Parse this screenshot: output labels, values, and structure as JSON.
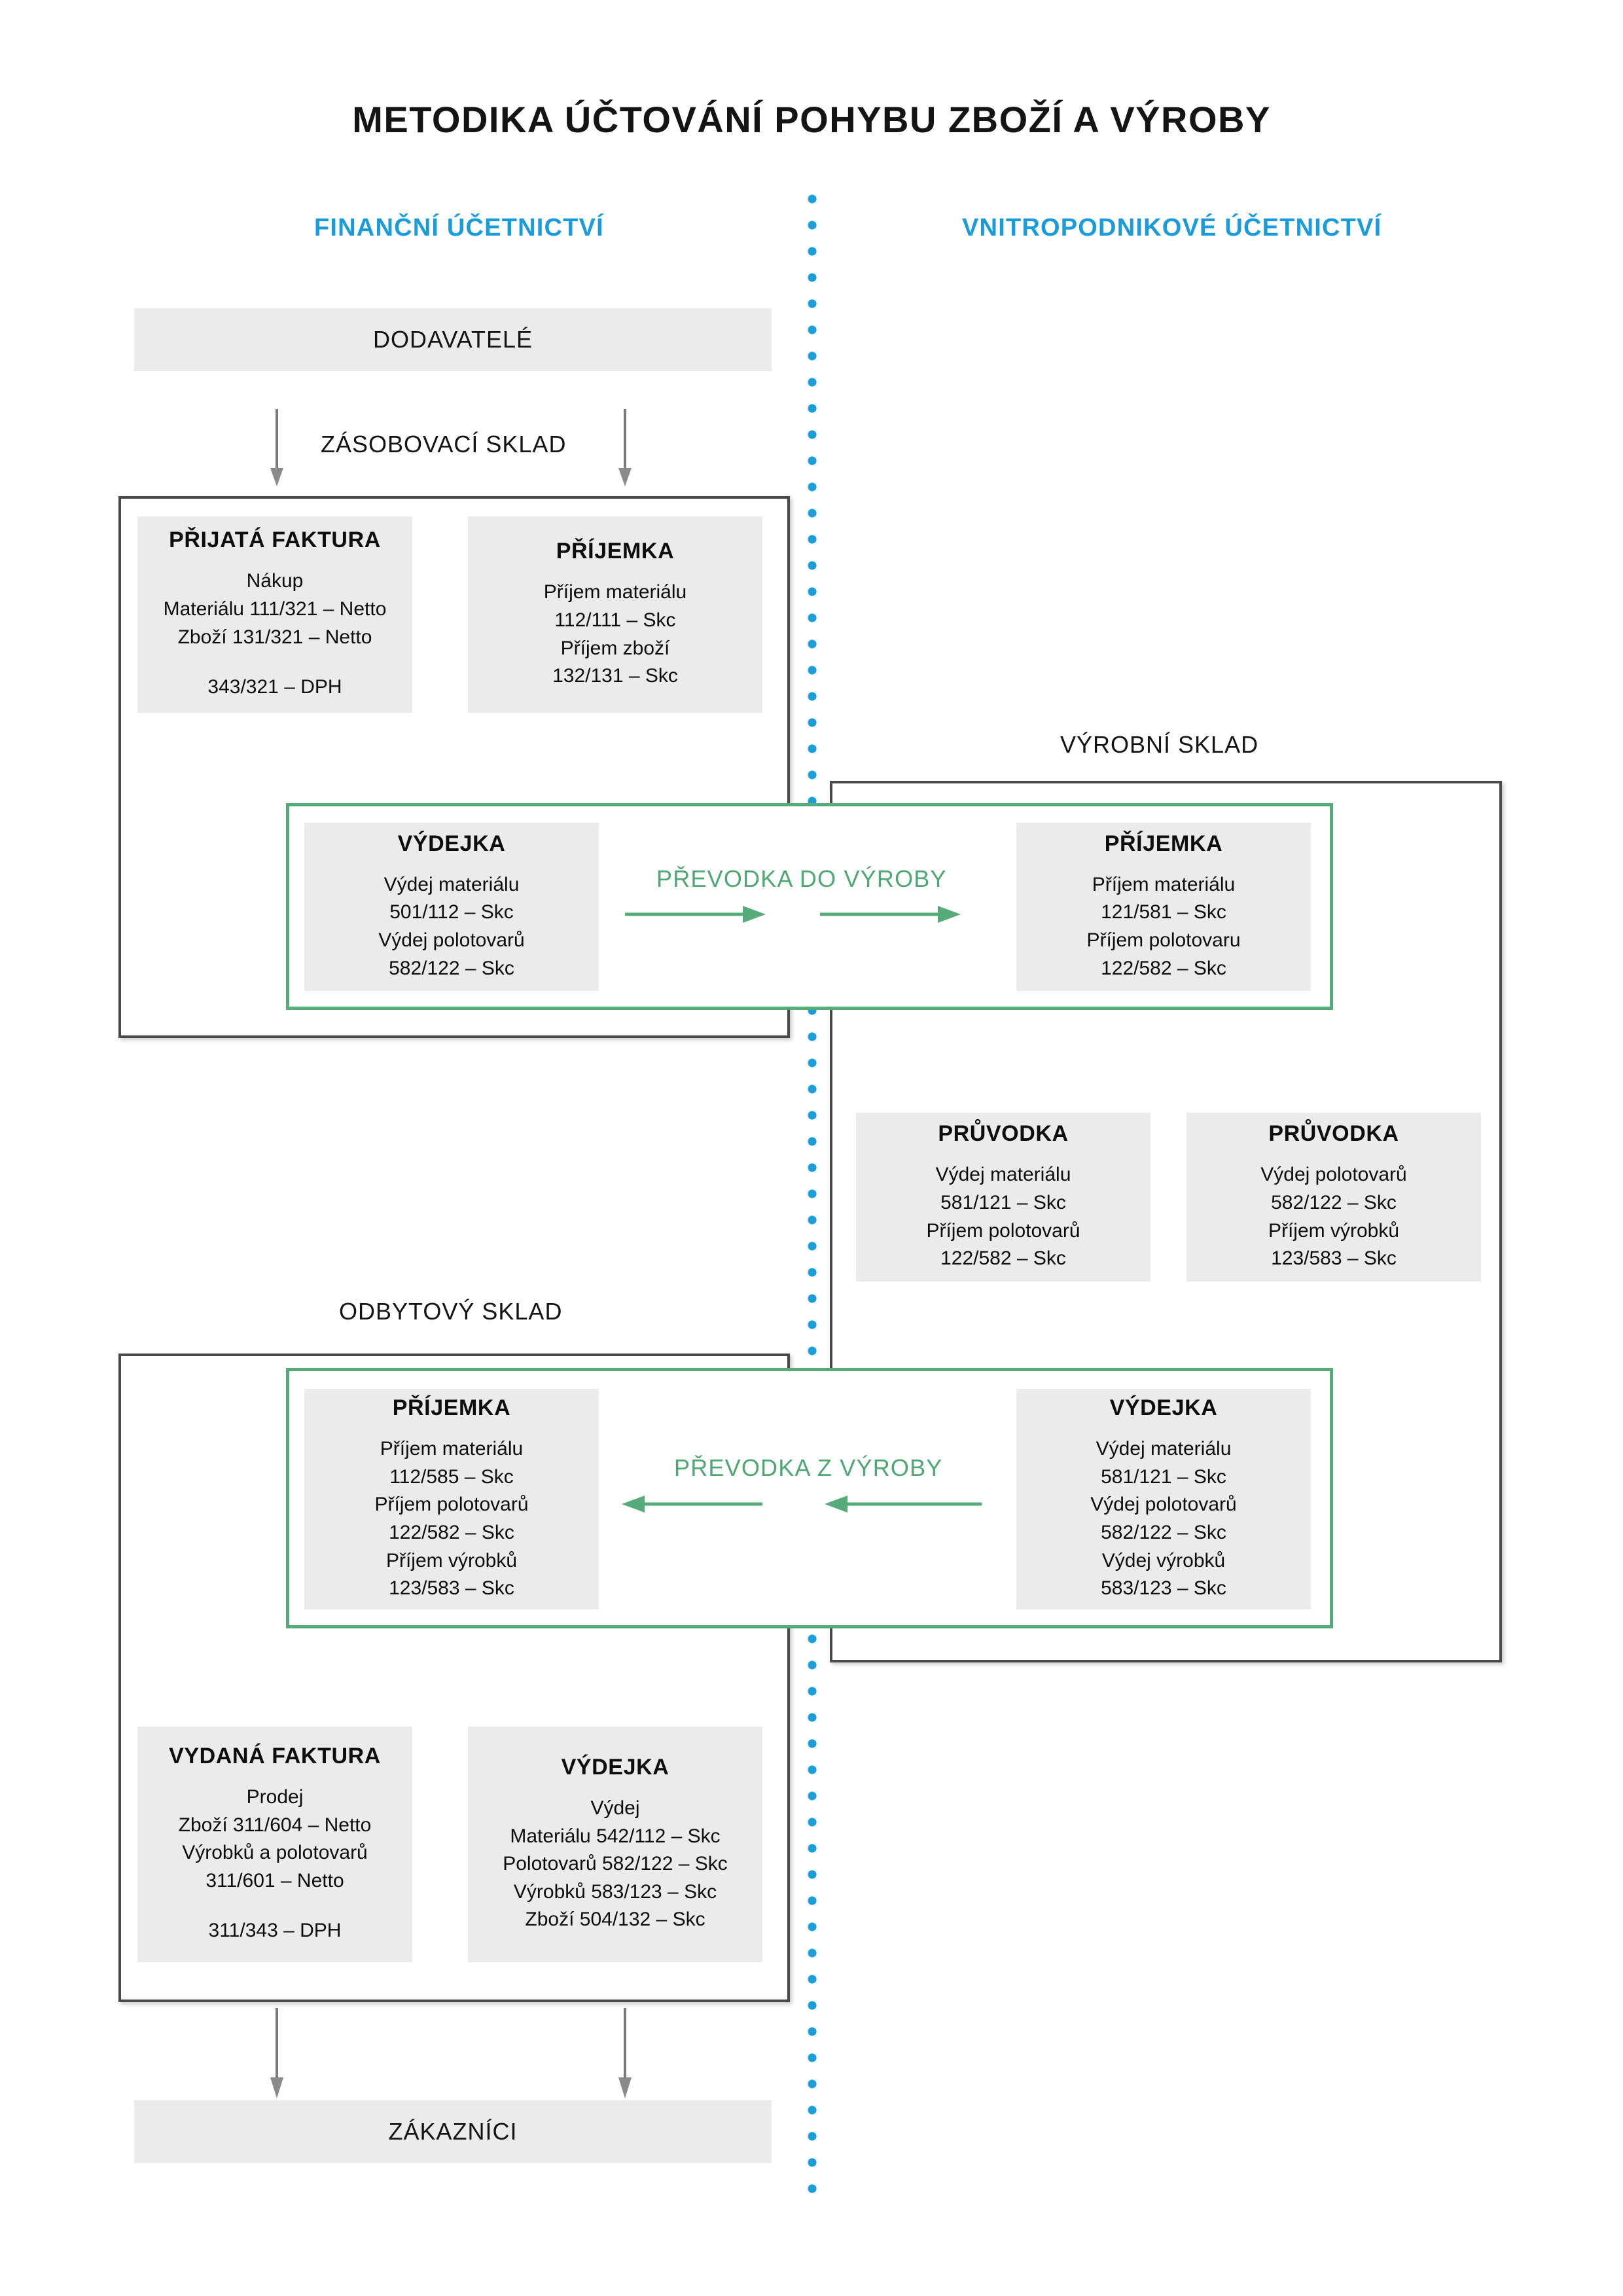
{
  "title": "METODIKA ÚČTOVÁNÍ POHYBU ZBOŽÍ A VÝROBY",
  "colors": {
    "accent_blue": "#1A9CDC",
    "accent_green": "#4FA873",
    "card_grey": "#ebebeb",
    "frame_border": "#4a4a4a",
    "text": "#141414"
  },
  "columns": {
    "left_header": "FINANČNÍ ÚČETNICTVÍ",
    "right_header": "VNITROPODNIKOVÉ ÚČETNICTVÍ"
  },
  "banners": {
    "suppliers": "DODAVATELÉ",
    "customers": "ZÁKAZNÍCI"
  },
  "warehouses": {
    "supply": "ZÁSOBOVACÍ SKLAD",
    "production": "VÝROBNÍ SKLAD",
    "sales": "ODBYTOVÝ SKLAD"
  },
  "transfers": {
    "to_production": "PŘEVODKA  DO VÝROBY",
    "from_production": "PŘEVODKA  Z VÝROBY"
  },
  "cards": {
    "prijata_faktura": {
      "title": "PŘIJATÁ FAKTURA",
      "lines": [
        "Nákup",
        "Materiálu 111/321 – Netto",
        "Zboží 131/321 – Netto"
      ],
      "lines2": [
        "343/321 – DPH"
      ]
    },
    "prijemka_zasobovaci": {
      "title": "PŘÍJEMKA",
      "lines": [
        "Příjem materiálu",
        "112/111 – Skc",
        "Příjem zboží",
        "132/131 – Skc"
      ]
    },
    "vydejka_do_vyroby": {
      "title": "VÝDEJKA",
      "lines": [
        "Výdej materiálu",
        "501/112 – Skc",
        "Výdej polotovarů",
        "582/122 – Skc"
      ]
    },
    "prijemka_do_vyroby": {
      "title": "PŘÍJEMKA",
      "lines": [
        "Příjem materiálu",
        "121/581 – Skc",
        "Příjem polotovaru",
        "122/582 – Skc"
      ]
    },
    "pruvodka_left": {
      "title": "PRŮVODKA",
      "lines": [
        "Výdej materiálu",
        "581/121 – Skc",
        "Příjem polotovarů",
        "122/582 – Skc"
      ]
    },
    "pruvodka_right": {
      "title": "PRŮVODKA",
      "lines": [
        "Výdej polotovarů",
        "582/122 – Skc",
        "Příjem výrobků",
        "123/583 – Skc"
      ]
    },
    "prijemka_z_vyroby": {
      "title": "PŘÍJEMKA",
      "lines": [
        "Příjem materiálu",
        "112/585 – Skc",
        "Příjem polotovarů",
        "122/582 – Skc",
        "Příjem výrobků",
        "123/583 – Skc"
      ]
    },
    "vydejka_z_vyroby": {
      "title": "VÝDEJKA",
      "lines": [
        "Výdej materiálu",
        "581/121 – Skc",
        "Výdej polotovarů",
        "582/122 – Skc",
        "Výdej výrobků",
        "583/123 – Skc"
      ]
    },
    "vydana_faktura": {
      "title": "VYDANÁ FAKTURA",
      "lines": [
        "Prodej",
        "Zboží 311/604 – Netto",
        "Výrobků a polotovarů",
        "311/601 – Netto"
      ],
      "lines2": [
        "311/343 – DPH"
      ]
    },
    "vydejka_odbyt": {
      "title": "VÝDEJKA",
      "lines": [
        "Výdej",
        "Materiálu 542/112 – Skc",
        "Polotovarů 582/122 – Skc",
        "Výrobků 583/123 – Skc",
        "Zboží 504/132 – Skc"
      ]
    }
  }
}
